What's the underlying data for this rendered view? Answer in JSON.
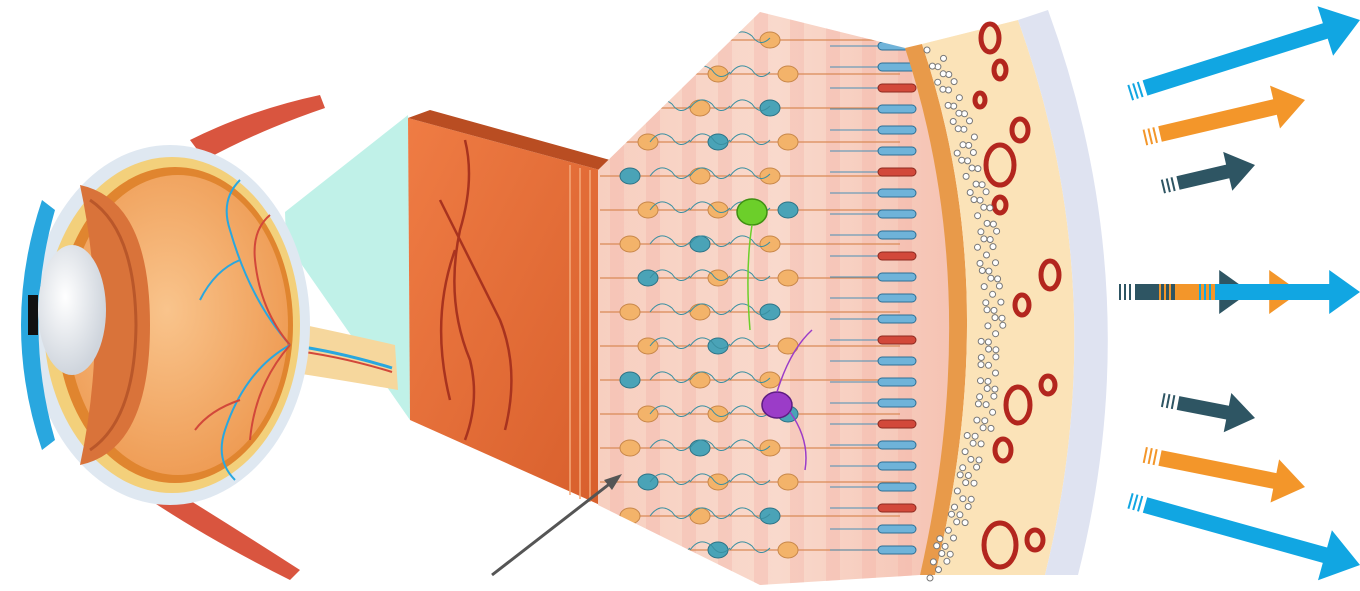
{
  "figure": {
    "subject": "eye-cross-section-with-retina-layers",
    "colors": {
      "background": "#ffffff",
      "cornea_blue": "#29a7df",
      "lens_white": "#f2f4f7",
      "eyeball_orange": "#f2a15a",
      "eyeball_inner": "#f7b77c",
      "muscle_red": "#d9553f",
      "tissue_face": "#e8743f",
      "tissue_dark": "#c9582a",
      "retina_pink": "#f8c8bc",
      "cone_blue": "#6fb3d9",
      "rod_red": "#d2483a",
      "neuron_orange": "#f3b36a",
      "neuron_teal": "#4aa3b7",
      "highlight_green": "#6ccf2a",
      "highlight_purple": "#9b3cc8",
      "pigment_band": "#e89a4a",
      "choroid_cream": "#fbe3b8",
      "vessel_red": "#b3261e",
      "sclera_lilac": "#dfe3f1",
      "zoom_cyan": "#b9efe6",
      "pointer_gray": "#555555",
      "arrow_blue": "#11a6e2",
      "arrow_orange": "#f3962a",
      "arrow_navy": "#2e5563"
    },
    "light_arrows": [
      {
        "group": "top",
        "color": "arrow_blue"
      },
      {
        "group": "top",
        "color": "arrow_orange"
      },
      {
        "group": "top",
        "color": "arrow_navy"
      },
      {
        "group": "middle",
        "color": "arrow_navy"
      },
      {
        "group": "middle",
        "color": "arrow_orange"
      },
      {
        "group": "middle",
        "color": "arrow_blue"
      },
      {
        "group": "bottom",
        "color": "arrow_navy"
      },
      {
        "group": "bottom",
        "color": "arrow_orange"
      },
      {
        "group": "bottom",
        "color": "arrow_blue"
      }
    ]
  }
}
